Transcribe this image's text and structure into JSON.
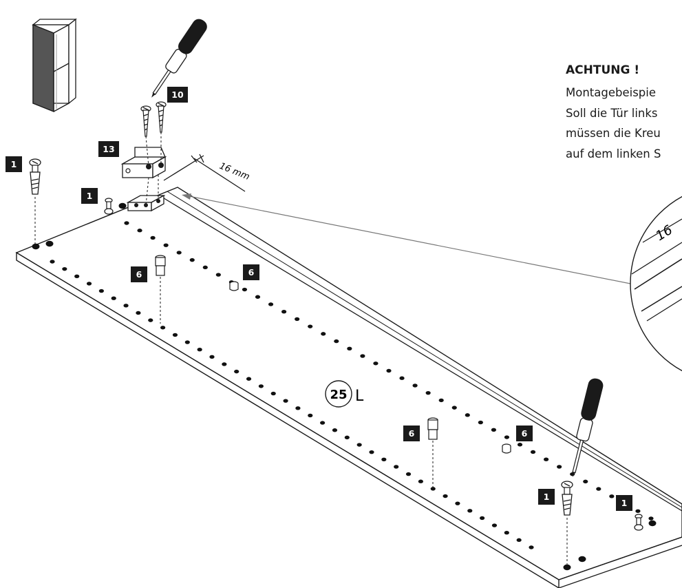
{
  "notice": {
    "title": "ACHTUNG !",
    "lines": [
      "Montagebeispie",
      "Soll die Tür links",
      "müssen die Kreu",
      "auf dem linken S"
    ]
  },
  "part_label": {
    "number": "25",
    "side": "L"
  },
  "dimension": {
    "value": "16 mm",
    "detail_value": "16"
  },
  "tags": [
    "1",
    "1",
    "1",
    "1",
    "6",
    "6",
    "6",
    "6",
    "10",
    "13"
  ],
  "icons": [
    "cabinet-icon",
    "screwdriver-icon",
    "screw-icon",
    "cam-bolt-icon",
    "dowel-icon",
    "hinge-plate-icon"
  ]
}
